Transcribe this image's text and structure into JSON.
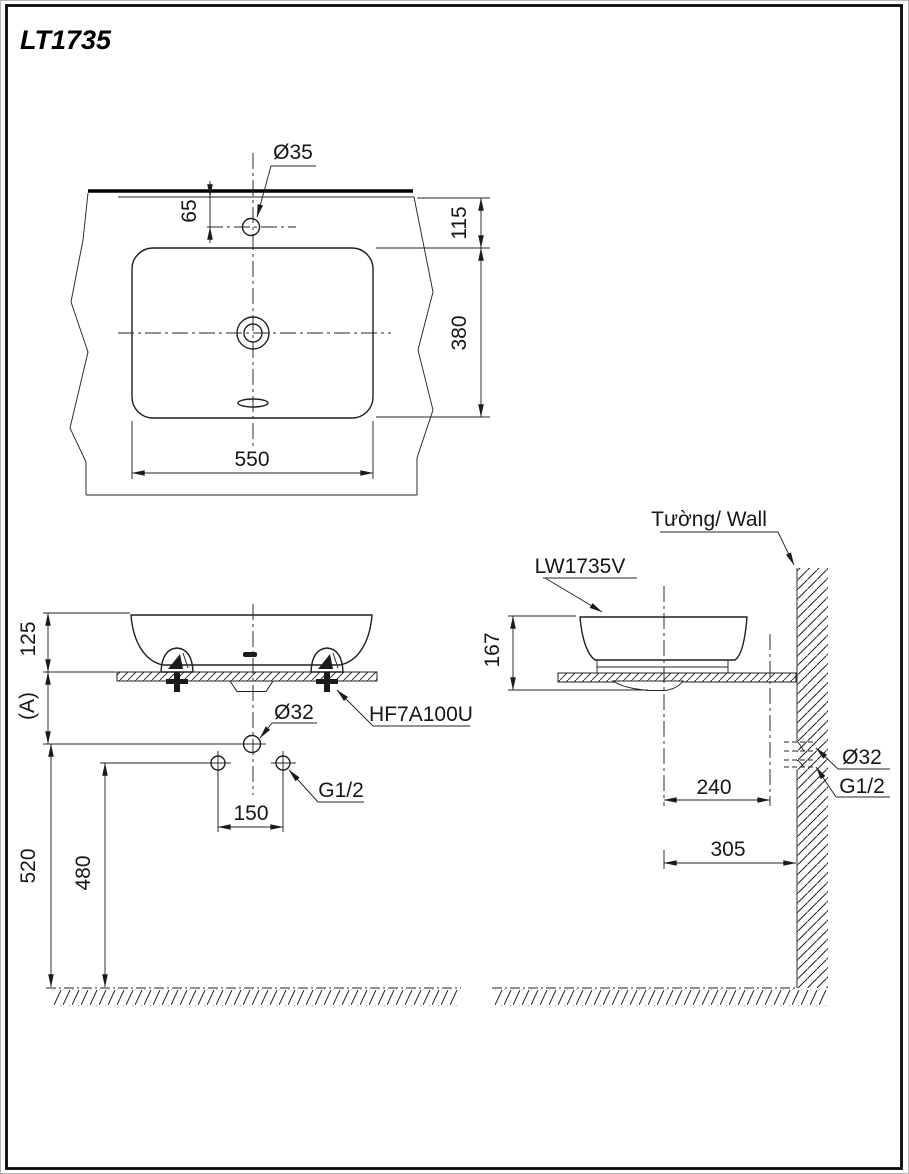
{
  "drawing": {
    "title": "LT1735",
    "top_view": {
      "faucet_hole_dia": "Ø35",
      "faucet_offset": "65",
      "back_to_basin": "115",
      "basin_depth": "380",
      "basin_width": "550"
    },
    "front_view": {
      "rim_above_counter": "125",
      "counter_ref": "(A)",
      "drain_dia": "Ø32",
      "fitting_code": "HF7A100U",
      "supply_thread": "G1/2",
      "supply_spacing": "150",
      "drain_height": "520",
      "supply_height": "480"
    },
    "side_view": {
      "wall_label": "Tường/ Wall",
      "basin_code": "LW1735V",
      "overall_height": "167",
      "drain_to_supply": "240",
      "drain_to_wall": "305",
      "drain_dia": "Ø32",
      "supply_thread": "G1/2"
    }
  }
}
